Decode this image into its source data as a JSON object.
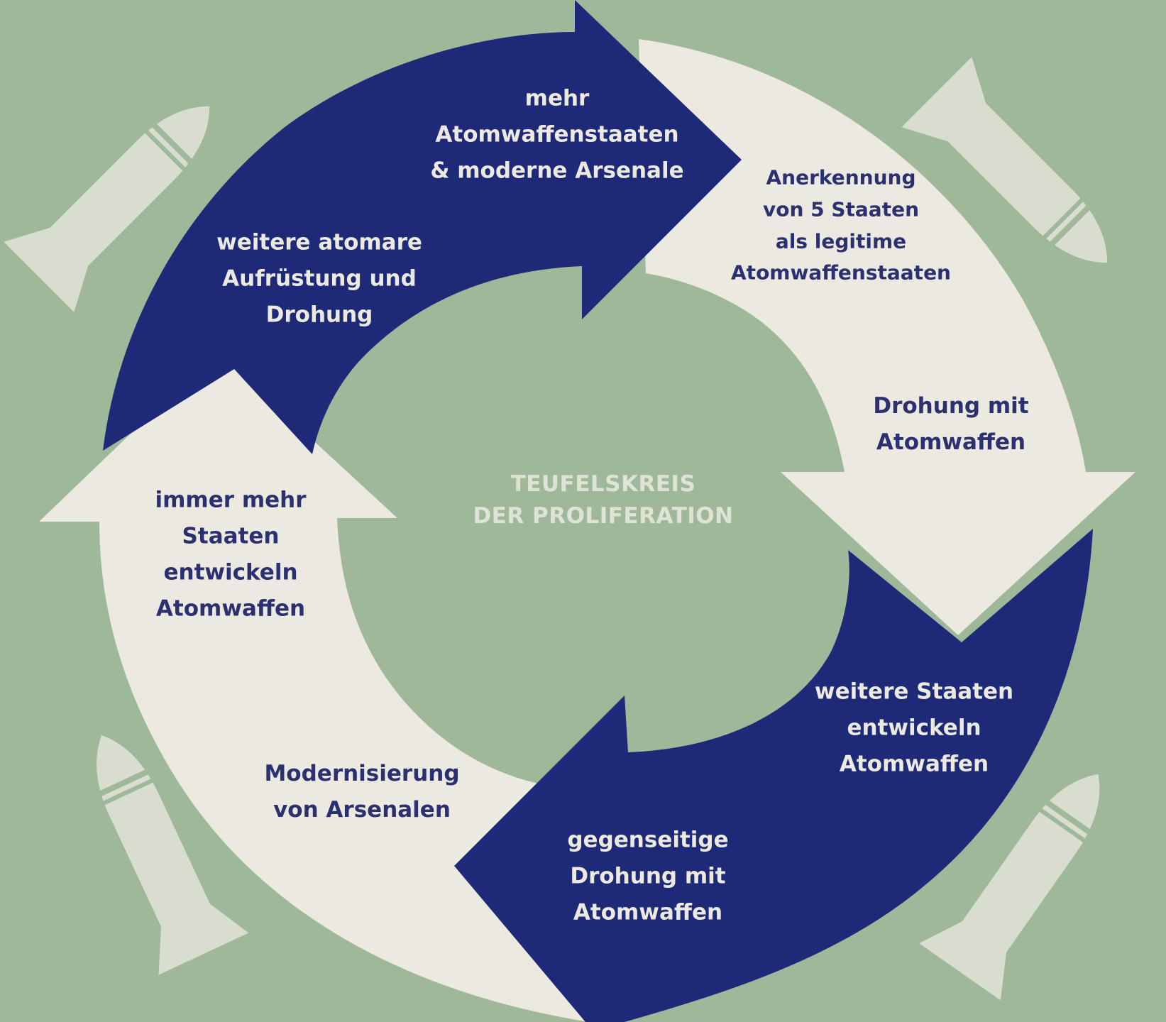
{
  "center_title": {
    "line1": "TEUFELSKREIS",
    "line2": "DER PROLIFERATION"
  },
  "colors": {
    "background": "#9fb89a",
    "dark_arrow": "#1e2a78",
    "light_arrow": "#ece9e1",
    "dark_text": "#2b3170",
    "center_text": "#dfe3d6",
    "rocket": "#d9ddd0"
  },
  "arrows": [
    {
      "id": "top",
      "color": "dark",
      "text": [
        "mehr",
        "Atomwaffenstaaten",
        "& moderne Arsenale"
      ]
    },
    {
      "id": "top-left",
      "color": "dark",
      "text": [
        "weitere atomare",
        "Aufrüstung und",
        "Drohung"
      ]
    },
    {
      "id": "right-upper",
      "color": "light",
      "text": [
        "Anerkennung",
        "von 5 Staaten",
        "als legitime",
        "Atomwaffenstaaten"
      ]
    },
    {
      "id": "right-middle",
      "color": "light",
      "text": [
        "Drohung mit",
        "Atomwaffen"
      ]
    },
    {
      "id": "bottom-right",
      "color": "dark",
      "text": [
        "weitere Staaten",
        "entwickeln",
        "Atomwaffen"
      ]
    },
    {
      "id": "bottom",
      "color": "dark",
      "text": [
        "gegenseitige",
        "Drohung mit",
        "Atomwaffen"
      ]
    },
    {
      "id": "bottom-left",
      "color": "light",
      "text": [
        "Modernisierung",
        "von Arsenalen"
      ]
    },
    {
      "id": "left",
      "color": "light",
      "text": [
        "immer mehr",
        "Staaten",
        "entwickeln",
        "Atomwaffen"
      ]
    }
  ],
  "decorations": [
    "rocket-icon",
    "rocket-icon",
    "rocket-icon",
    "rocket-icon"
  ]
}
